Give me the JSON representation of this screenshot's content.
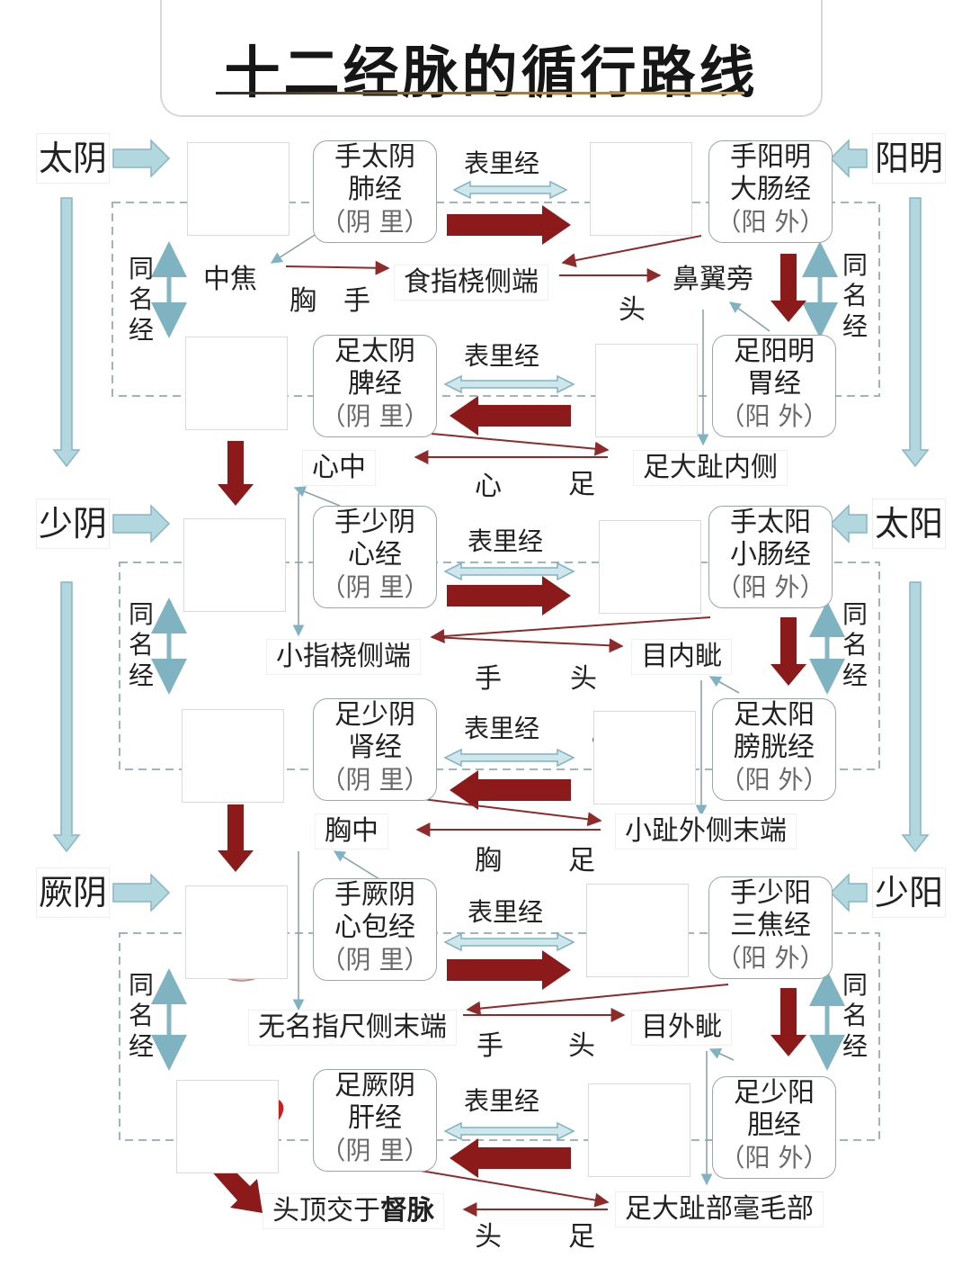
{
  "title": "十二经脉的循行路线",
  "side_tabs": {
    "tai_yin": "太阴",
    "yang_ming": "阳明",
    "shao_yin": "少阴",
    "tai_yang": "太阳",
    "jue_yin": "厥阴",
    "shao_yang": "少阳"
  },
  "same_name_label": [
    "同",
    "名",
    "经"
  ],
  "biaoli_label": "表里经",
  "yin_li": "（阴 里）",
  "yang_wai": "（阳 外）",
  "meridians": {
    "lung": [
      "手太阴",
      "肺经"
    ],
    "li": [
      "手阳明",
      "大肠经"
    ],
    "spleen": [
      "足太阴",
      "脾经"
    ],
    "stomach": [
      "足阳明",
      "胃经"
    ],
    "heart": [
      "手少阴",
      "心经"
    ],
    "si": [
      "手太阳",
      "小肠经"
    ],
    "kidney": [
      "足少阴",
      "肾经"
    ],
    "bladder": [
      "足太阳",
      "膀胱经"
    ],
    "pc": [
      "手厥阴",
      "心包经"
    ],
    "sj": [
      "手少阳",
      "三焦经"
    ],
    "liver": [
      "足厥阴",
      "肝经"
    ],
    "gb": [
      "足少阳",
      "胆经"
    ]
  },
  "points": {
    "zhongjiao": "中焦",
    "shizhi": "食指桡侧端",
    "biyi": "鼻翼旁",
    "xinzhong": "心中",
    "zudazhi_nei": "足大趾内侧",
    "xiaozhi": "小指桡侧端",
    "muneizi": "目内眦",
    "xiongzhong": "胸中",
    "xiaozhi_wai": "小趾外侧末端",
    "wumingzhi": "无名指尺侧末端",
    "muwaizi": "目外眦",
    "touding_prefix": "头顶交于",
    "touding_bold": "督脉",
    "zudazhi_mao": "足大趾部毫毛部"
  },
  "body_labels": {
    "xiong": "胸",
    "shou": "手",
    "tou": "头",
    "xin": "心",
    "zu": "足"
  },
  "colors": {
    "main_arrow": "#8c1a1a",
    "biaoli_arrow": "#a9d2dc",
    "organ_red": "#c4221d",
    "thin_arrow": "#8f2a2a"
  }
}
